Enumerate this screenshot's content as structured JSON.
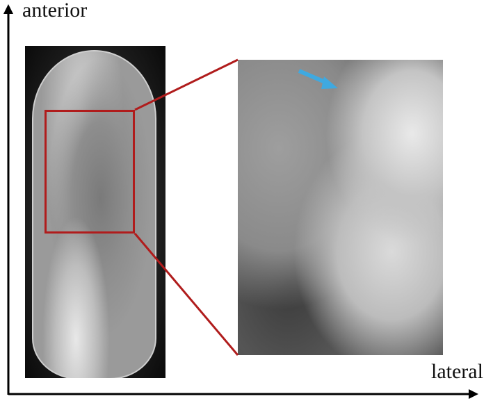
{
  "figure": {
    "axes": {
      "vertical": {
        "label": "anterior",
        "direction": "up"
      },
      "horizontal": {
        "label": "lateral",
        "direction": "right"
      }
    },
    "panels": [
      {
        "id": "overview",
        "description": "full brain MRI slice (grayscale)"
      },
      {
        "id": "zoomed",
        "description": "magnified region of interest (grayscale)"
      }
    ],
    "annotations": {
      "roi_box_color": "#b01c1c",
      "connector_color": "#b01c1c",
      "arrow_color": "#3fa9e0"
    }
  }
}
